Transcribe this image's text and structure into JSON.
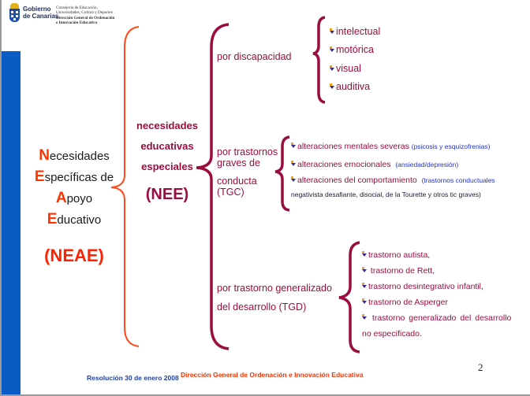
{
  "header": {
    "logo_name_line1": "Gobierno",
    "logo_name_line2": "de Canarias",
    "dept_line1": "Consejería de Educación,",
    "dept_line2": "Universidades, Cultura y Deportes",
    "dept_line3": "Dirección General de Ordenación",
    "dept_line4": "e Innovación Educativa"
  },
  "neae": {
    "lines": [
      {
        "cap": "N",
        "rest": "ecesidades"
      },
      {
        "cap": "E",
        "rest": "specíficas de"
      },
      {
        "cap": "A",
        "rest": "poyo"
      },
      {
        "cap": "E",
        "rest": "ducativo"
      }
    ],
    "acronym": "(NEAE)"
  },
  "nee": {
    "line1": "necesidades",
    "line2": "educativas",
    "line3": "especiales",
    "acronym": "(NEE)"
  },
  "categories": {
    "discapacidad": {
      "label": "por discapacidad",
      "items": [
        "intelectual",
        "motórica",
        "visual",
        "auditiva"
      ]
    },
    "tgc": {
      "label_line1": "por trastornos",
      "label_line2": "graves  de",
      "label_line3": "conducta",
      "label_line4": "(TGC)",
      "items": [
        {
          "text": "alteraciones  mentales  severas",
          "note": "(psicosis y esquizofrenias)"
        },
        {
          "text": "alteraciones  emocionales",
          "note": "(ansiedad/depresión)"
        },
        {
          "text": "alteraciones  del  comportamiento",
          "note": "(trastornos conductuales",
          "note_line2": "negativista desafiante, disocial, de la Tourette y otros tic graves)"
        }
      ]
    },
    "tgd": {
      "label_line1": "por trastorno generalizado",
      "label_line2": "del desarrollo (TGD)",
      "items": [
        "trastorno autista,",
        " trastorno de Rett,",
        "trastorno desintegrativo infantil,",
        "trastorno de Asperger",
        " trastorno  generalizado  del desarrollo"
      ],
      "last_item_line2": "no especificado."
    }
  },
  "footer": {
    "resolution": "Resolución 30 de enero 2008",
    "direction": "Dirección General de Ordenación e Innovación Educativa",
    "page_number": "2"
  },
  "colors": {
    "accent_blue": "#0a5bc4",
    "orange_red": "#ff3300",
    "maroon": "#9b0d3e"
  }
}
